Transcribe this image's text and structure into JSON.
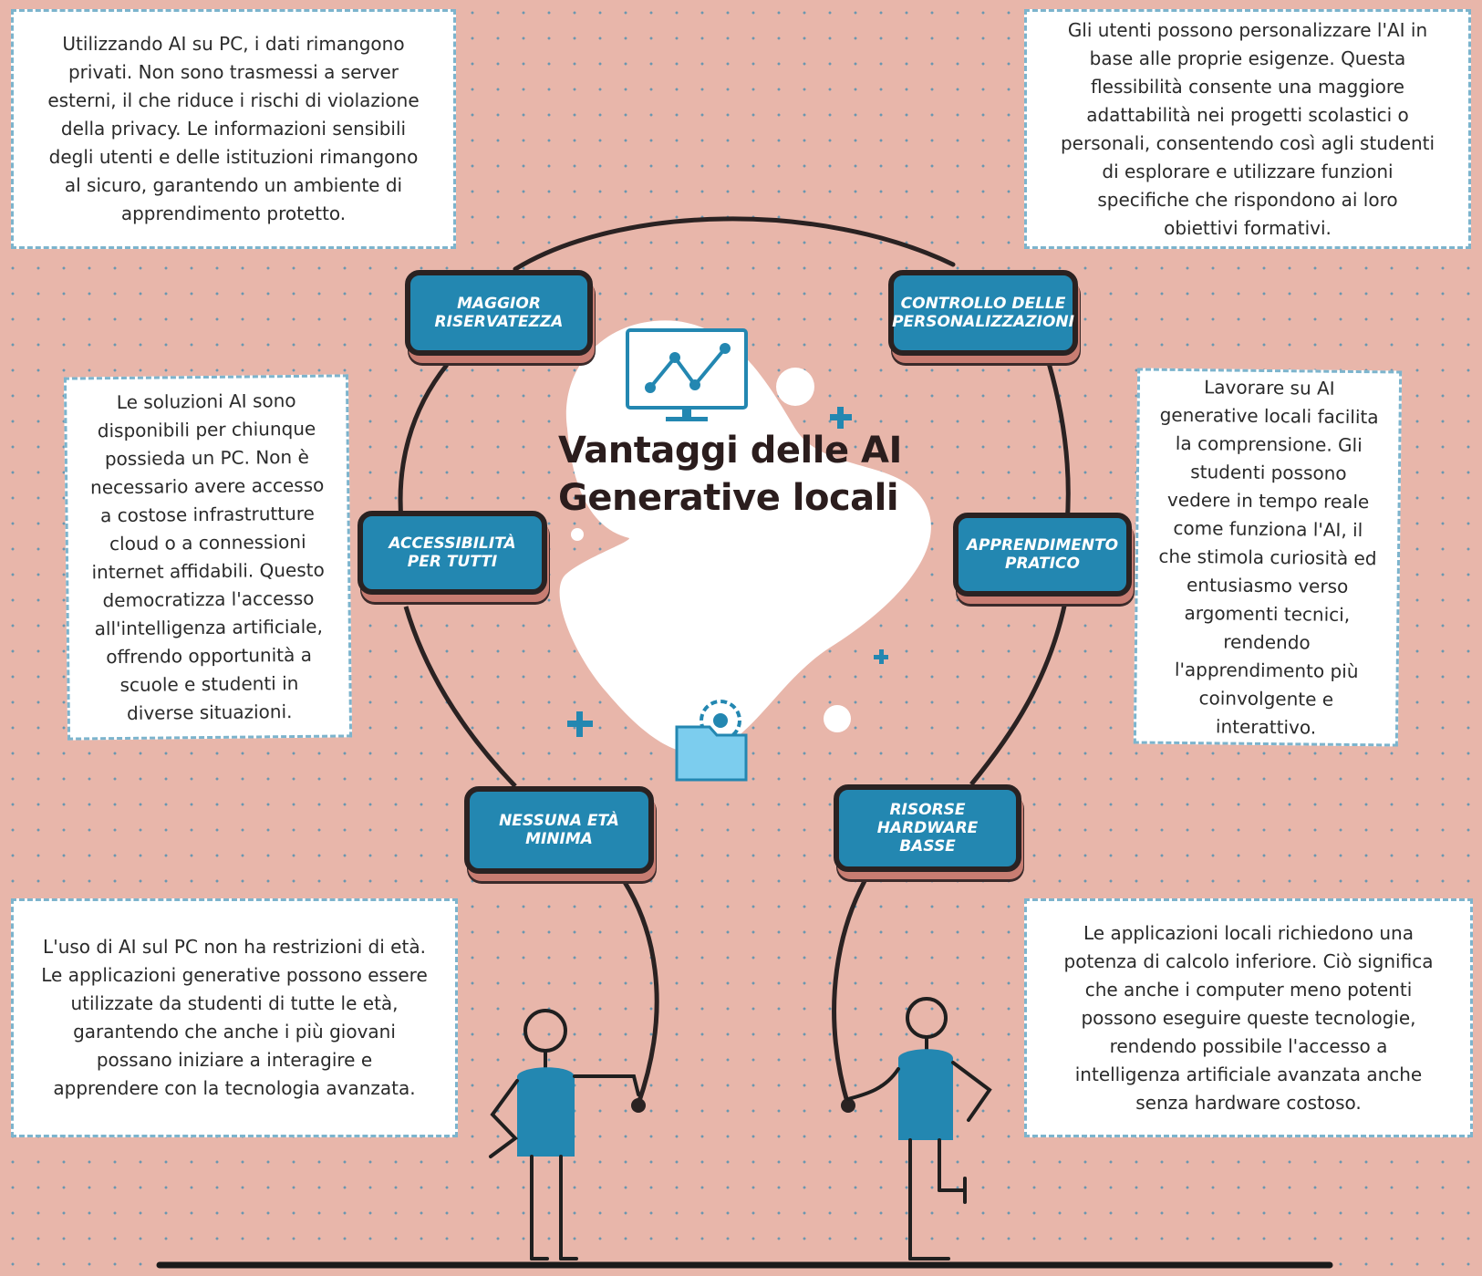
{
  "title": "Vantaggi delle AI Generative locali",
  "colors": {
    "background": "#e8b6aa",
    "accent_blue": "#2387b1",
    "light_blue": "#7cb4cd",
    "line_dark": "#2a2222"
  },
  "icons": [
    "chart-monitor-icon",
    "folder-gear-icon",
    "plus-icon",
    "person-figure-icon"
  ],
  "nodes": {
    "riservatezza": "MAGGIOR RISERVATEZZA",
    "personalizzazioni": "CONTROLLO DELLE PERSONALIZZAZIONI",
    "accessibilita": "ACCESSIBILITà PER TUTTI",
    "apprendimento": "APPRENDIMENTO PRATICO",
    "eta": "NESSUNA ETà MINIMA",
    "hardware": "RISORSE HARDWARE BASSE"
  },
  "descriptions": {
    "riservatezza": "Utilizzando AI su PC, i dati rimangono privati. Non sono trasmessi a server esterni, il che riduce i rischi di violazione della privacy. Le informazioni sensibili degli utenti e delle istituzioni rimangono al sicuro, garantendo un ambiente di apprendimento protetto.",
    "personalizzazioni": "Gli utenti possono personalizzare l'AI in base alle proprie esigenze. Questa flessibilità consente una maggiore adattabilità nei progetti scolastici o personali, consentendo così agli studenti di esplorare e utilizzare funzioni specifiche che rispondono ai loro obiettivi formativi.",
    "accessibilita": "Le soluzioni AI sono disponibili per chiunque possieda un PC. Non è necessario avere accesso a costose infrastrutture cloud o a connessioni internet affidabili. Questo democratizza l'accesso all'intelligenza artificiale, offrendo opportunità a scuole e studenti in diverse situazioni.",
    "apprendimento": "Lavorare su AI generative locali facilita la comprensione. Gli studenti possono vedere in tempo reale come funziona l'AI, il che stimola curiosità ed entusiasmo verso argomenti tecnici, rendendo l'apprendimento più coinvolgente e interattivo.",
    "eta": "L'uso di AI sul PC non ha restrizioni di età. Le applicazioni generative possono essere utilizzate da studenti di tutte le età, garantendo che anche i più giovani possano iniziare a interagire e apprendere con la tecnologia avanzata.",
    "hardware": "Le applicazioni locali richiedono una potenza di calcolo inferiore. Ciò significa che anche i computer meno potenti possono eseguire queste tecnologie, rendendo possibile l'accesso a intelligenza artificiale avanzata anche senza hardware costoso."
  }
}
